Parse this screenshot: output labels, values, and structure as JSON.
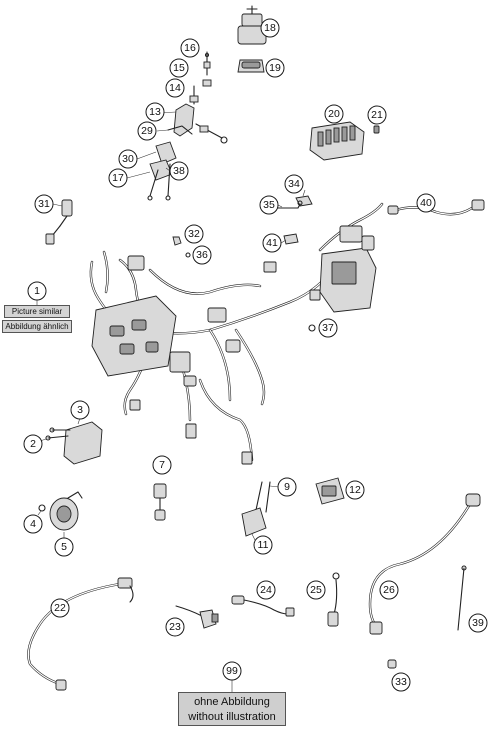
{
  "callouts": {
    "c1": "1",
    "c2": "2",
    "c3": "3",
    "c4": "4",
    "c5": "5",
    "c7": "7",
    "c9": "9",
    "c11": "11",
    "c12": "12",
    "c13": "13",
    "c14": "14",
    "c15": "15",
    "c16": "16",
    "c17": "17",
    "c18": "18",
    "c19": "19",
    "c20": "20",
    "c21": "21",
    "c22": "22",
    "c23": "23",
    "c24": "24",
    "c25": "25",
    "c26": "26",
    "c29": "29",
    "c30": "30",
    "c31": "31",
    "c32": "32",
    "c33": "33",
    "c34": "34",
    "c35": "35",
    "c36": "36",
    "c37": "37",
    "c38": "38",
    "c39": "39",
    "c40": "40",
    "c41": "41",
    "c99": "99"
  },
  "notes": {
    "picture_similar": "Picture similar",
    "abbildung_aehnlich": "Abbildung ähnlich",
    "ohne_abbildung": "ohne Abbildung",
    "without_illustration": "without illustration"
  }
}
